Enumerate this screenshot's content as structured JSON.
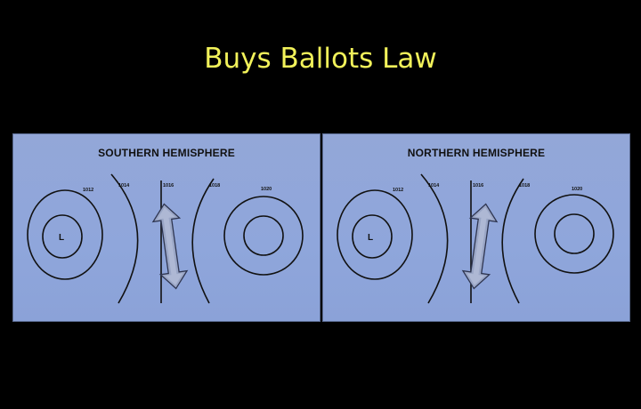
{
  "slide": {
    "title": "Buys Ballots Law"
  },
  "panels": [
    {
      "heading": "SOUTHERN HEMISPHERE",
      "low_label": "L",
      "isobars": [
        "1012",
        "1014",
        "1016",
        "1018",
        "1020"
      ],
      "arrow_icon": "double-arrow-icon"
    },
    {
      "heading": "NORTHERN HEMISPHERE",
      "low_label": "L",
      "isobars": [
        "1012",
        "1014",
        "1016",
        "1018",
        "1020"
      ],
      "arrow_icon": "double-arrow-icon"
    }
  ]
}
